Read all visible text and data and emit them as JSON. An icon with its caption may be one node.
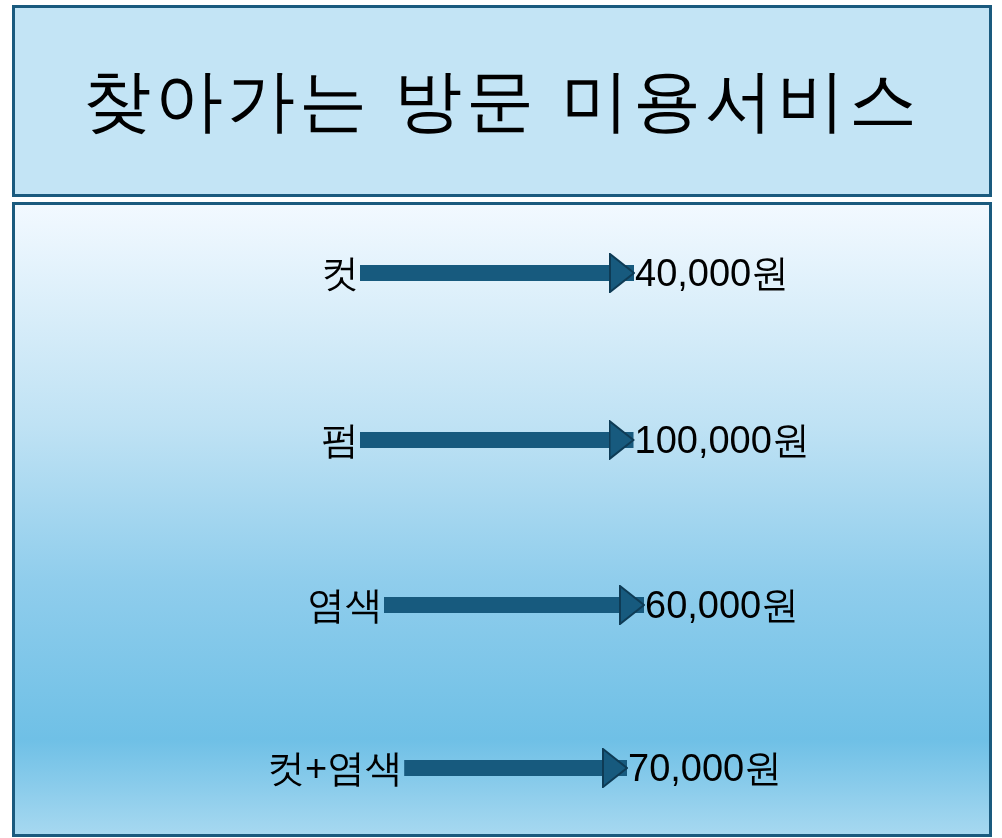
{
  "diagram": {
    "title": "찾아가는 방문 미용서비스",
    "nodes": [
      {
        "text": [
          "컷"
        ]
      },
      {
        "text": [
          "40,000원"
        ]
      },
      {
        "text": [
          "펌"
        ]
      },
      {
        "text": [
          "100,000원"
        ]
      },
      {
        "text": [
          "염색"
        ]
      },
      {
        "text": [
          "60,000원"
        ]
      },
      {
        "text": [
          "컷+염색"
        ]
      },
      {
        "text": [
          "70,000원"
        ]
      }
    ],
    "edges": [
      {
        "from": 0,
        "to": 1,
        "arrow": "to"
      },
      {
        "from": 2,
        "to": 3,
        "arrow": "to"
      },
      {
        "from": 4,
        "to": 5,
        "arrow": "to"
      },
      {
        "from": 6,
        "to": 7,
        "arrow": "to"
      }
    ]
  }
}
